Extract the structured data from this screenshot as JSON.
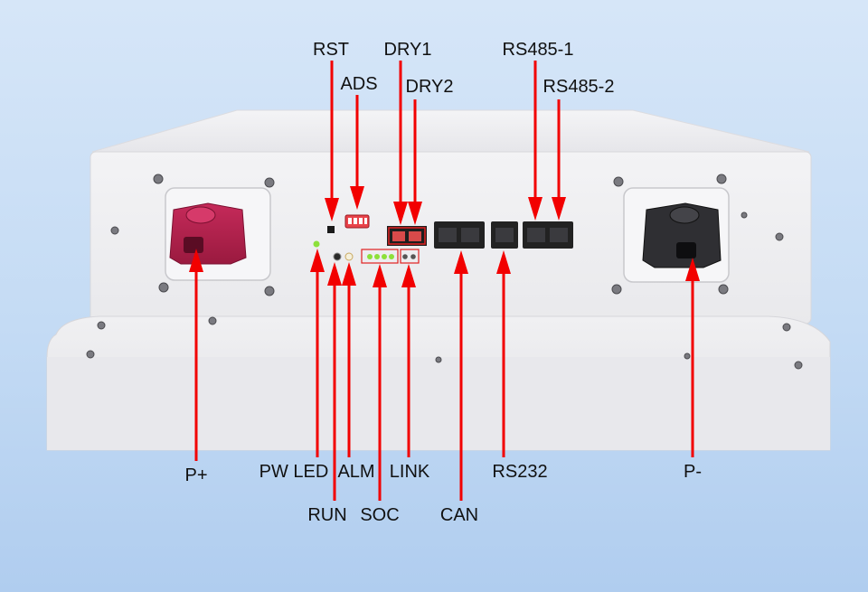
{
  "labels": {
    "top": {
      "rst": "RST",
      "ads": "ADS",
      "dry1": "DRY1",
      "dry2": "DRY2",
      "rs485_1": "RS485-1",
      "rs485_2": "RS485-2"
    },
    "bottom": {
      "p_plus": "P+",
      "pw_led": "PW LED",
      "alm": "ALM",
      "link": "LINK",
      "rs232": "RS232",
      "p_minus": "P-",
      "run": "RUN",
      "soc": "SOC",
      "can": "CAN"
    }
  },
  "colors": {
    "arrow": "#f20000",
    "positive_terminal": "#b3204a",
    "negative_terminal": "#2b2b2b",
    "led_green": "#8de03a",
    "led_white": "#f5f0dc",
    "dip_switch": "#e8434a"
  }
}
